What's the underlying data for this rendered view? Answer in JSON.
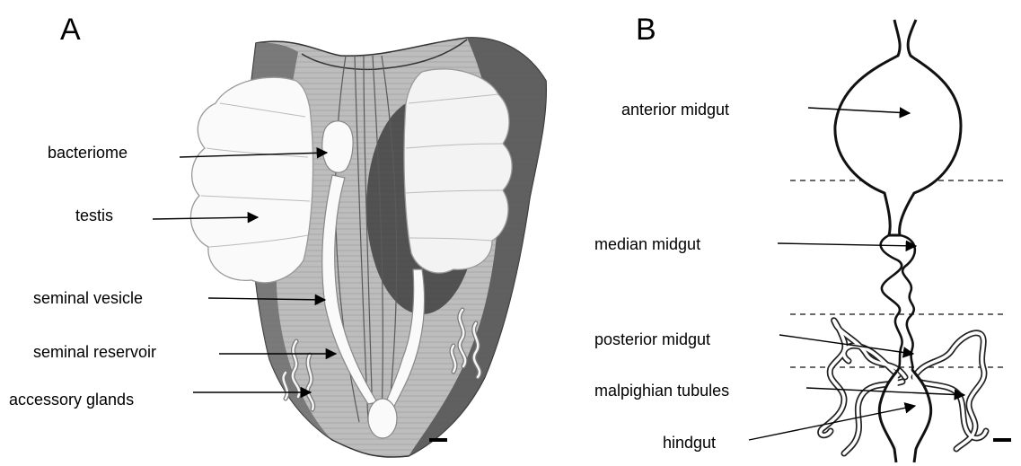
{
  "panels": {
    "a": {
      "letter": "A",
      "labels": {
        "bacteriome": "bacteriome",
        "testis": "testis",
        "seminal_vesicle": "seminal vesicle",
        "seminal_reservoir": "seminal reservoir",
        "accessory_glands": "accessory glands"
      }
    },
    "b": {
      "letter": "B",
      "labels": {
        "anterior_midgut": "anterior midgut",
        "median_midgut": "median midgut",
        "posterior_midgut": "posterior midgut",
        "malpighian_tubules": "malpighian tubules",
        "hindgut": "hindgut"
      }
    }
  },
  "colors": {
    "body_dark": "#4d4d4d",
    "body_mid": "#8c8c8c",
    "body_light": "#d8d8d8",
    "organ_white": "#fafafa",
    "ink": "#000000"
  }
}
